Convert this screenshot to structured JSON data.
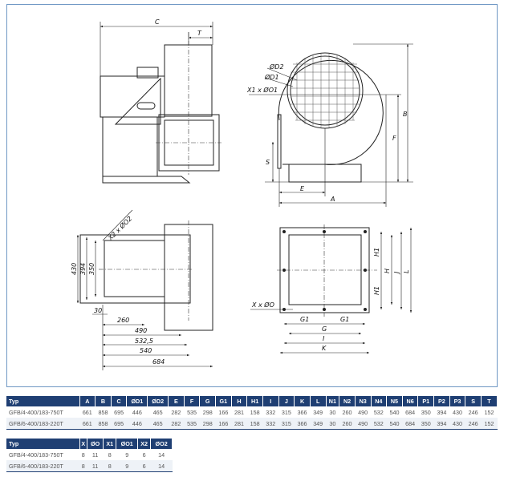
{
  "drawing": {
    "labels": {
      "C": "C",
      "T": "T",
      "D2": "ØD2",
      "D1": "ØD1",
      "X1D1": "X1 x ØO1",
      "B": "B",
      "F": "F",
      "S": "S",
      "E": "E",
      "A": "A",
      "X2D2": "X2 x ØO2",
      "d430": "430",
      "d394": "394",
      "d350": "350",
      "d30": "30",
      "d260": "260",
      "d490": "490",
      "d5325": "532,5",
      "d540": "540",
      "d684": "684",
      "H1a": "H1",
      "H1b": "H1",
      "H": "H",
      "J": "J",
      "L": "L",
      "XD": "X x ØO",
      "G1a": "G1",
      "G1b": "G1",
      "G": "G",
      "I": "I",
      "K": "K"
    }
  },
  "table1": {
    "headers": [
      "Typ",
      "A",
      "B",
      "C",
      "ØD1",
      "ØD2",
      "E",
      "F",
      "G",
      "G1",
      "H",
      "H1",
      "I",
      "J",
      "K",
      "L",
      "N1",
      "N2",
      "N3",
      "N4",
      "N5",
      "N6",
      "P1",
      "P2",
      "P3",
      "S",
      "T"
    ],
    "rows": [
      [
        "GFB/4-400/183-750T",
        "661",
        "858",
        "695",
        "446",
        "465",
        "282",
        "535",
        "298",
        "166",
        "281",
        "158",
        "332",
        "315",
        "366",
        "349",
        "30",
        "260",
        "490",
        "532",
        "540",
        "684",
        "350",
        "394",
        "430",
        "246",
        "152"
      ],
      [
        "GFB/6-400/183-220T",
        "661",
        "858",
        "695",
        "446",
        "465",
        "282",
        "535",
        "298",
        "166",
        "281",
        "158",
        "332",
        "315",
        "366",
        "349",
        "30",
        "260",
        "490",
        "532",
        "540",
        "684",
        "350",
        "394",
        "430",
        "246",
        "152"
      ]
    ]
  },
  "table2": {
    "headers": [
      "Typ",
      "X",
      "ØO",
      "X1",
      "ØO1",
      "X2",
      "ØO2"
    ],
    "rows": [
      [
        "GFB/4-400/183-750T",
        "8",
        "11",
        "8",
        "9",
        "6",
        "14"
      ],
      [
        "GFB/6-400/183-220T",
        "8",
        "11",
        "8",
        "9",
        "6",
        "14"
      ]
    ]
  },
  "colors": {
    "header": "#1f3f73",
    "frame": "#6f97c4"
  }
}
